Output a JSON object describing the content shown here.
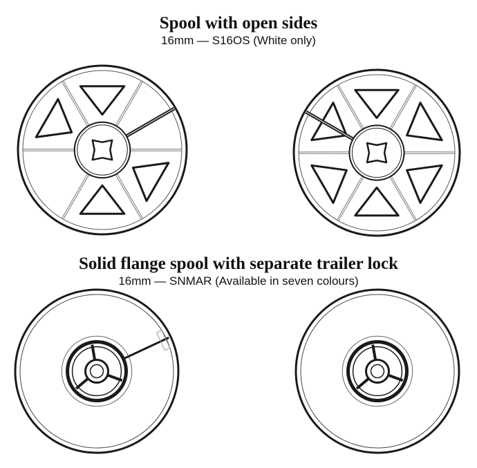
{
  "sections": [
    {
      "title": "Spool with open sides",
      "subtitle": "16mm — S16OS (White only)"
    },
    {
      "title": "Solid flange spool with separate trailer lock",
      "subtitle": "16mm — SNMAR (Available in seven colours)"
    }
  ],
  "colors": {
    "ink": "#1a1a1a",
    "background": "#ffffff"
  }
}
